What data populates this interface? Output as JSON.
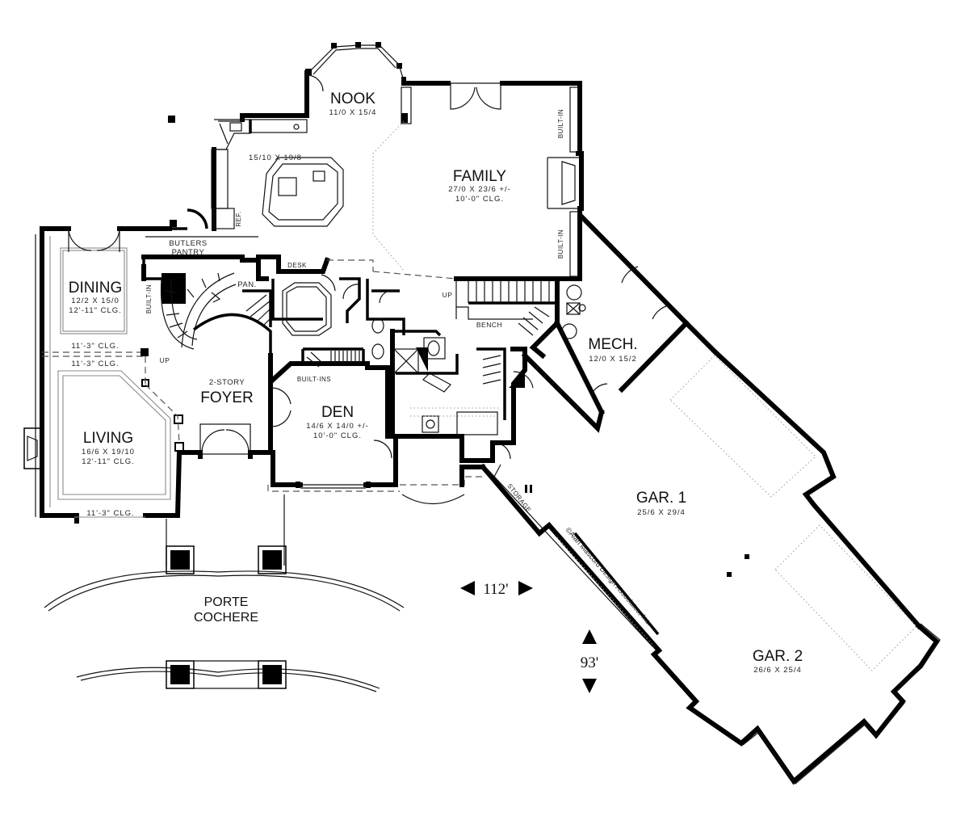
{
  "rooms": {
    "nook": {
      "name": "NOOK",
      "dims": "11/0  X  15/4"
    },
    "kitchen": {
      "dims": "15/10  X  19/8"
    },
    "family": {
      "name": "FAMILY",
      "dims": "27/0  X  23/6 +/-",
      "ceiling": "10'-0\"  CLG."
    },
    "dining": {
      "name": "DINING",
      "dims": "12/2  X  15/0",
      "ceiling": "12'-11\"  CLG."
    },
    "living": {
      "name": "LIVING",
      "dims": "16/6  X  19/10",
      "ceiling": "12'-11\"  CLG."
    },
    "foyer": {
      "name": "FOYER",
      "sub": "2-STORY"
    },
    "den": {
      "name": "DEN",
      "dims": "14/6  X  14/0 +/-",
      "ceiling": "10'-0\"  CLG."
    },
    "mech": {
      "name": "MECH.",
      "dims": "12/0  X  15/2"
    },
    "gar1": {
      "name": "GAR. 1",
      "dims": "25/6  X  29/4"
    },
    "gar2": {
      "name": "GAR.  2",
      "dims": "26/6  X  25/4"
    }
  },
  "labels": {
    "built_in": "BUILT-IN",
    "butlers_1": "BUTLERS",
    "butlers_2": "PANTRY",
    "pan": "PAN.",
    "desk": "DESK",
    "ref": "REF.",
    "up": "UP",
    "bench": "BENCH",
    "built_ins": "BUILT-INS",
    "storage": "STORAGE",
    "clg_1": "11'-3\"  CLG.",
    "clg_2": "11'-3\"  CLG.",
    "clg_3": "11'-3\"  CLG.",
    "porte_1": "PORTE",
    "porte_2": "COCHERE",
    "copyright": "©Alan Mascord Design Associates, Inc."
  },
  "scale": {
    "width": "112'",
    "depth": "93'"
  }
}
